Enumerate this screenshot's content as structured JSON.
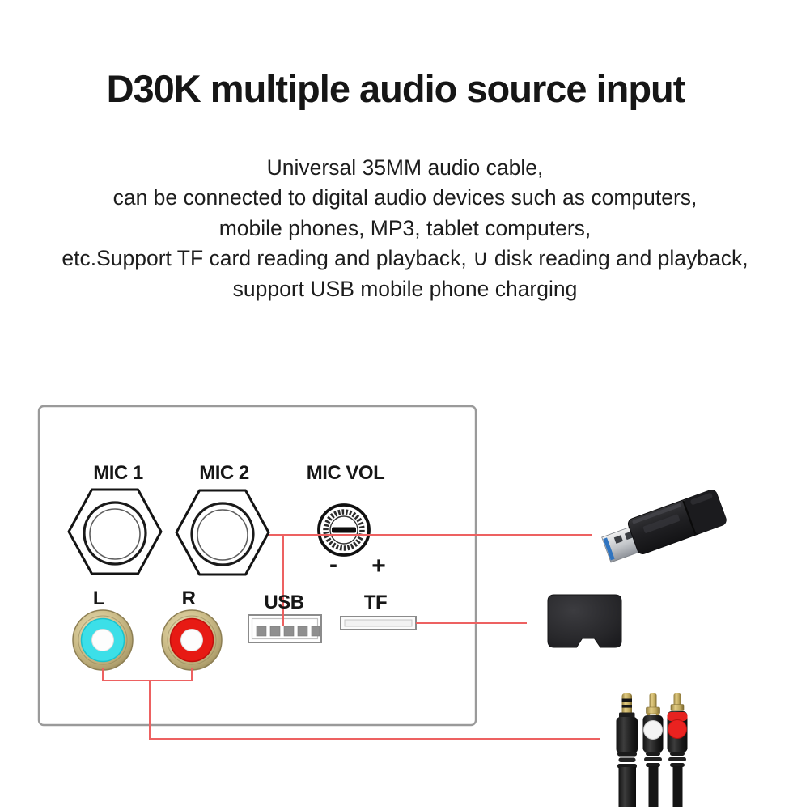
{
  "title": "D30K multiple audio source input",
  "description": {
    "lines": [
      "Universal 35MM audio cable,",
      "can be connected to digital audio devices such as computers,",
      "mobile phones, MP3, tablet computers,",
      "etc.Support TF card reading and playback, ∪ disk reading and playback,",
      "support USB mobile phone charging"
    ]
  },
  "panel": {
    "labels": {
      "mic1": "MIC 1",
      "mic2": "MIC 2",
      "mic_vol": "MIC VOL",
      "minus": "-",
      "plus": "+",
      "left_channel": "L",
      "right_channel": "R",
      "usb": "USB",
      "tf": "TF"
    }
  },
  "icons": {
    "usb_drive": "usb-flash-drive-photo",
    "tf_card": "micro-sd-card-photo",
    "audio_cable": "aux-3.5mm-to-rca-cable-photo"
  },
  "colors": {
    "accent_line": "#ed6161",
    "left_jack_ring": "#3cdfe8",
    "right_jack_ring": "#e71a14",
    "gold": "#cfc08c",
    "panel_border": "#9a9a9a"
  }
}
